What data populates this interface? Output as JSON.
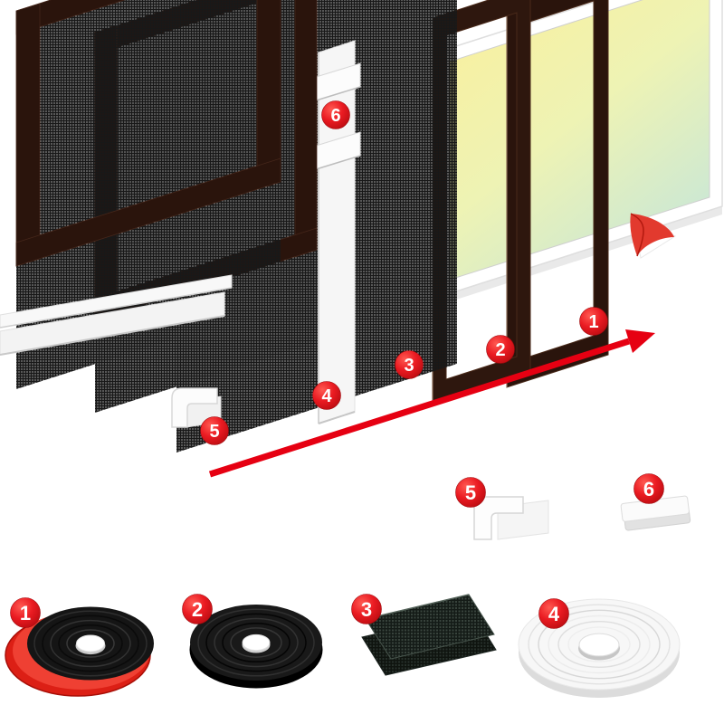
{
  "image": {
    "kind": "window-screen-installation-diagram",
    "background": "#ffffff"
  },
  "colors": {
    "callout_red": "#e8121c",
    "arrow_red": "#e60012",
    "frame_brown": "#2a140c",
    "frame_white": "#f6f6f6",
    "mesh_black": "#181818",
    "mesh_green": "#39453e",
    "glass_yellow": "#f8f0a0",
    "glass_green": "#c6e6d9",
    "peel_red": "#e23a2e",
    "tape_liner_red": "#dc1f15",
    "tape_black": "#161616",
    "tape_white": "#f7f7f7"
  },
  "exploded_view": {
    "parts": [
      {
        "num": "1",
        "name": "outer-magnetic-frame"
      },
      {
        "num": "2",
        "name": "inner-magnetic-frame"
      },
      {
        "num": "3",
        "name": "mesh-sheet"
      },
      {
        "num": "4",
        "name": "white-frame-strip"
      },
      {
        "num": "5",
        "name": "corner-bracket"
      },
      {
        "num": "6",
        "name": "adhesive-clip"
      }
    ]
  },
  "parts_row": {
    "items": [
      {
        "num": "5",
        "name": "corner-bracket"
      },
      {
        "num": "6",
        "name": "adhesive-clip"
      },
      {
        "num": "1",
        "name": "magnetic-tape-roll-with-red-liner"
      },
      {
        "num": "2",
        "name": "magnetic-tape-roll"
      },
      {
        "num": "3",
        "name": "folded-mesh-fabric"
      },
      {
        "num": "4",
        "name": "white-adhesive-tape-roll"
      }
    ]
  }
}
